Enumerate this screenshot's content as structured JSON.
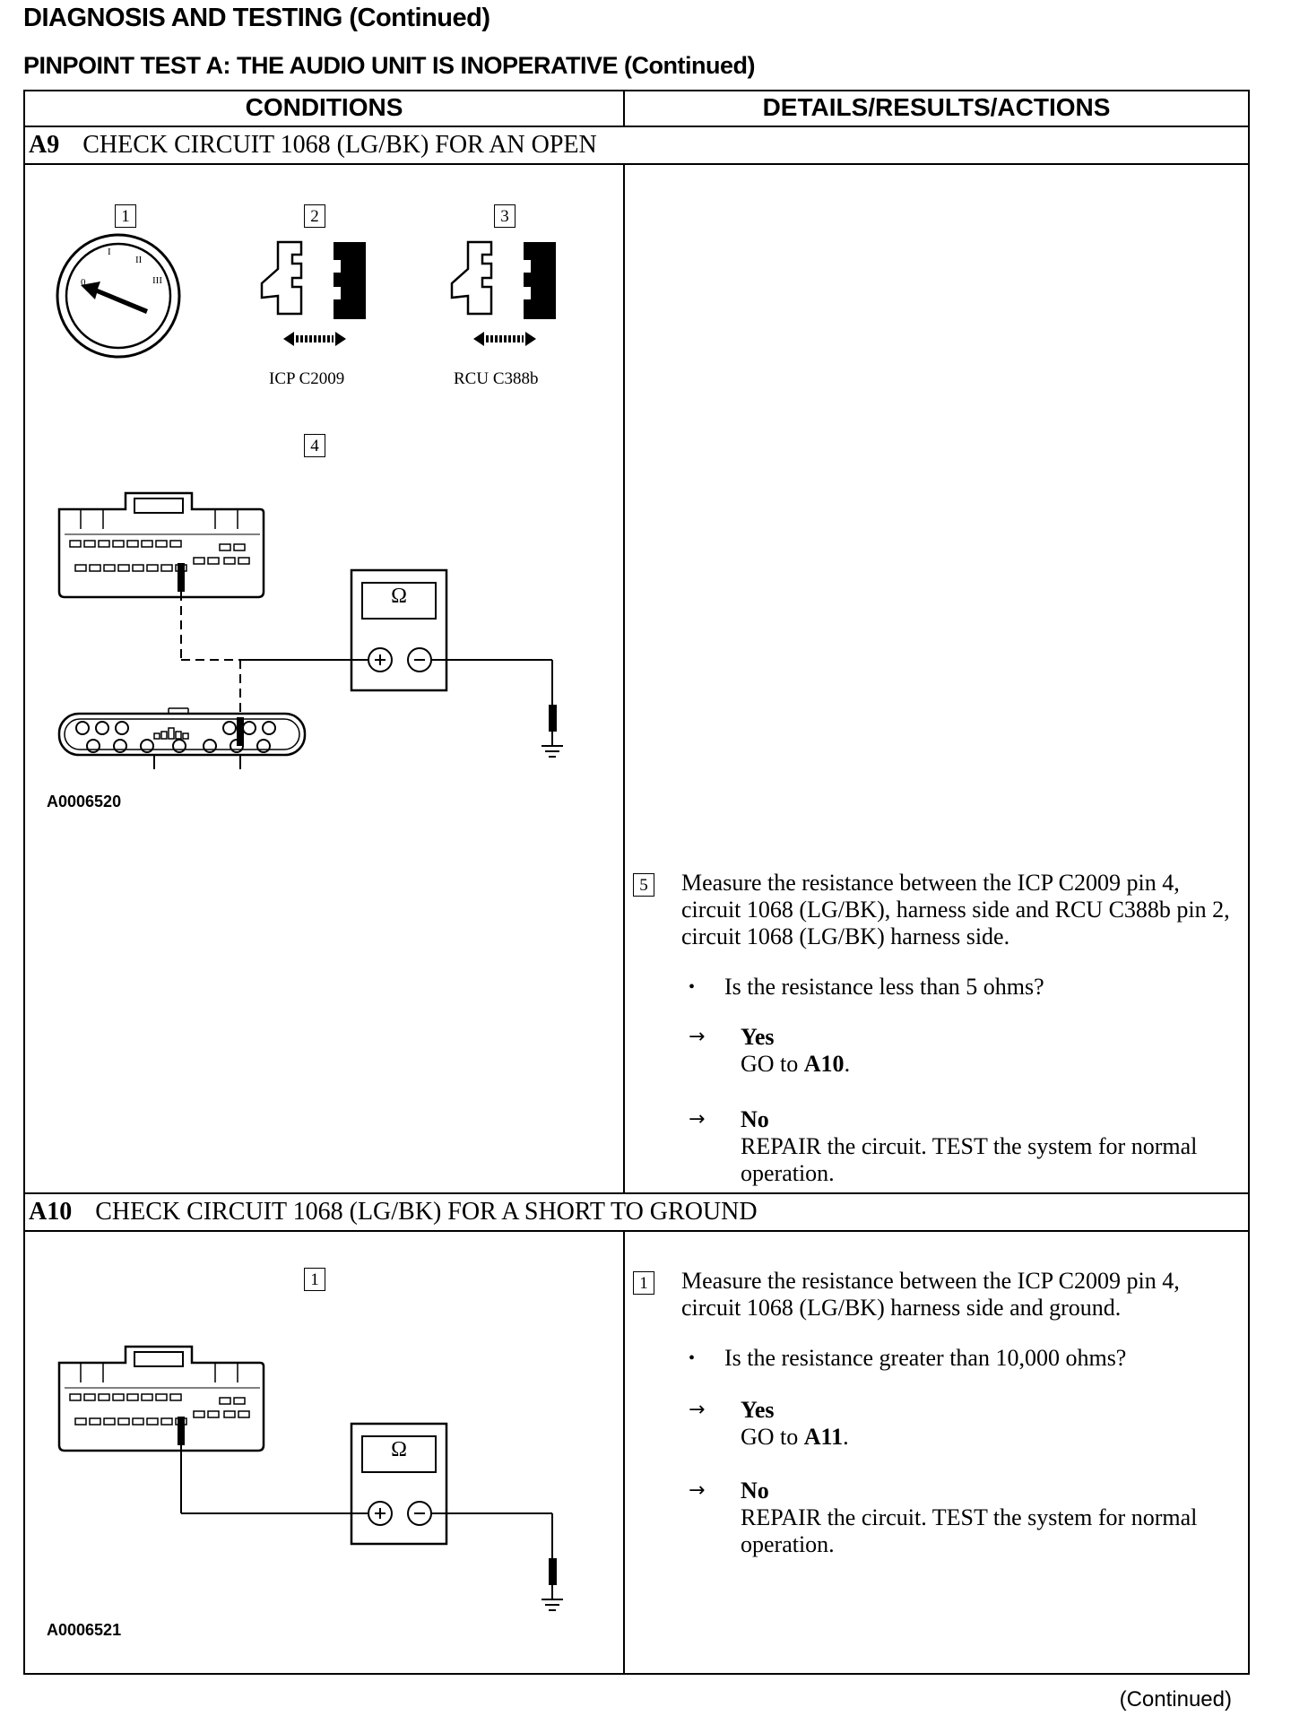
{
  "header": {
    "title": "DIAGNOSIS AND TESTING (Continued)",
    "subtitle": "PINPOINT TEST A:  THE AUDIO UNIT IS INOPERATIVE (Continued)"
  },
  "table": {
    "col_conditions": "CONDITIONS",
    "col_actions": "DETAILS/RESULTS/ACTIONS"
  },
  "steps": [
    {
      "id": "A9",
      "title": "CHECK CIRCUIT 1068 (LG/BK) FOR AN OPEN",
      "box_numbers": [
        "1",
        "2",
        "3",
        "4"
      ],
      "connector_labels": [
        "ICP C2009",
        "RCU C388b"
      ],
      "meter_symbol": "Ω",
      "figure_id": "A0006520",
      "action_number": "5",
      "action_text": "Measure the resistance between the ICP C2009 pin 4, circuit 1068 (LG/BK), harness side and RCU C388b pin 2, circuit 1068 (LG/BK) harness side.",
      "question": "Is the resistance less than 5 ohms?",
      "yes_label": "Yes",
      "yes_prefix": "GO to ",
      "yes_target": "A10",
      "no_label": "No",
      "no_text": "REPAIR the circuit. TEST the system for normal operation."
    },
    {
      "id": "A10",
      "title": "CHECK CIRCUIT 1068 (LG/BK) FOR A SHORT TO GROUND",
      "box_numbers": [
        "1"
      ],
      "meter_symbol": "Ω",
      "figure_id": "A0006521",
      "action_number": "1",
      "action_text": "Measure the resistance between the ICP C2009 pin 4, circuit 1068 (LG/BK) harness side and ground.",
      "question": "Is the resistance greater than 10,000 ohms?",
      "yes_label": "Yes",
      "yes_prefix": "GO to ",
      "yes_target": "A11",
      "no_label": "No",
      "no_text": "REPAIR the circuit. TEST the system for normal operation."
    }
  ],
  "footer": {
    "continued": "(Continued)"
  }
}
